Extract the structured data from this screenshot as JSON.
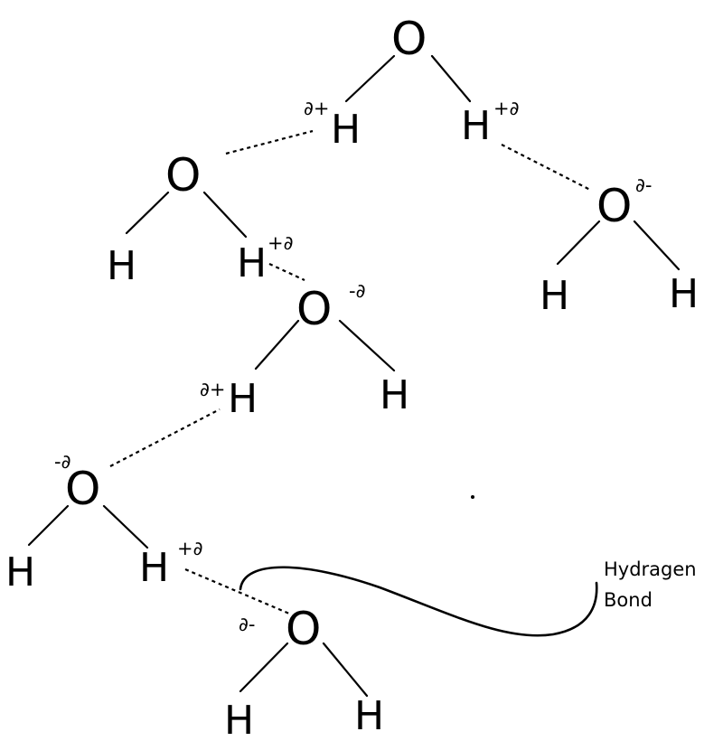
{
  "atoms": {
    "oxygen": "O",
    "hydrogen": "H"
  },
  "charges": {
    "delta_plus_left": "∂+",
    "delta_plus_right": "+∂",
    "delta_minus_left": "∂-",
    "delta_minus_right": "-∂",
    "delta_minus_top": "∂-"
  },
  "annotation": {
    "line1": "Hydragen",
    "line2": "Bond"
  },
  "colors": {
    "ink": "#000000",
    "background": "#ffffff"
  }
}
